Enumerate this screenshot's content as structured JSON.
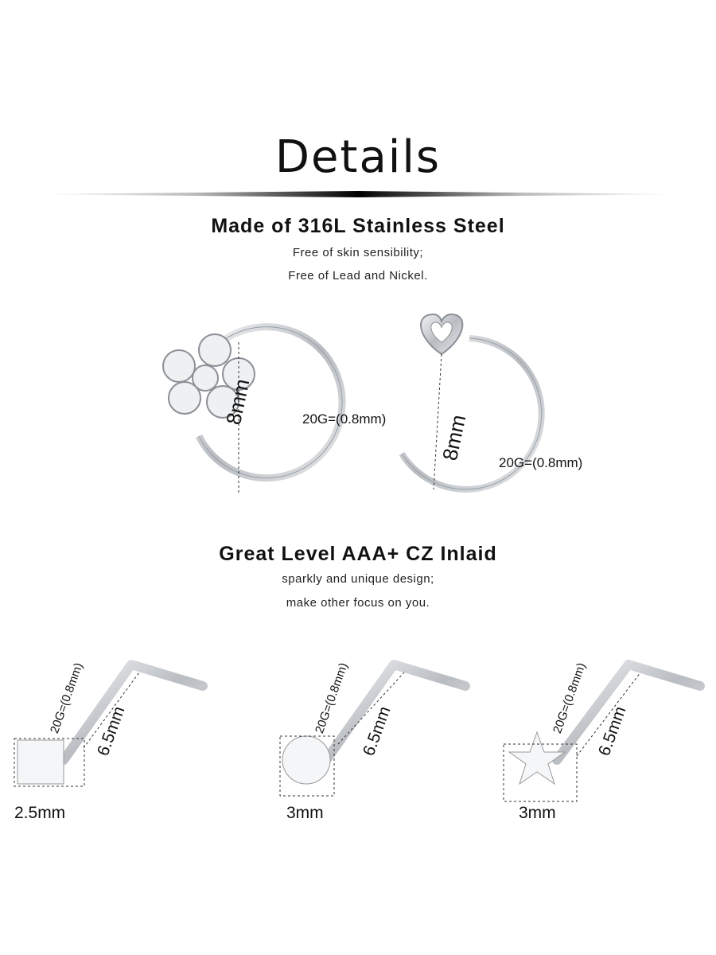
{
  "title": "Details",
  "section1": {
    "heading": "Made of 316L Stainless Steel",
    "lines": [
      "Free of skin sensibility;",
      "Free of Lead and Nickel."
    ]
  },
  "rings": [
    {
      "name": "flower-ring",
      "diameter": "8mm",
      "gauge": "20G=(0.8mm)"
    },
    {
      "name": "heart-ring",
      "diameter": "8mm",
      "gauge": "20G=(0.8mm)"
    }
  ],
  "section2": {
    "heading": "Great Level AAA+ CZ Inlaid",
    "lines": [
      "sparkly and unique design;",
      "make other focus on you."
    ]
  },
  "studs": [
    {
      "name": "square-stud",
      "gauge": "20G=(0.8mm)",
      "length": "6.5mm",
      "size": "2.5mm"
    },
    {
      "name": "round-stud",
      "gauge": "20G=(0.8mm)",
      "length": "6.5mm",
      "size": "3mm"
    },
    {
      "name": "star-stud",
      "gauge": "20G=(0.8mm)",
      "length": "6.5mm",
      "size": "3mm"
    }
  ],
  "colors": {
    "metal": "#c9ccd0",
    "text": "#111111"
  }
}
